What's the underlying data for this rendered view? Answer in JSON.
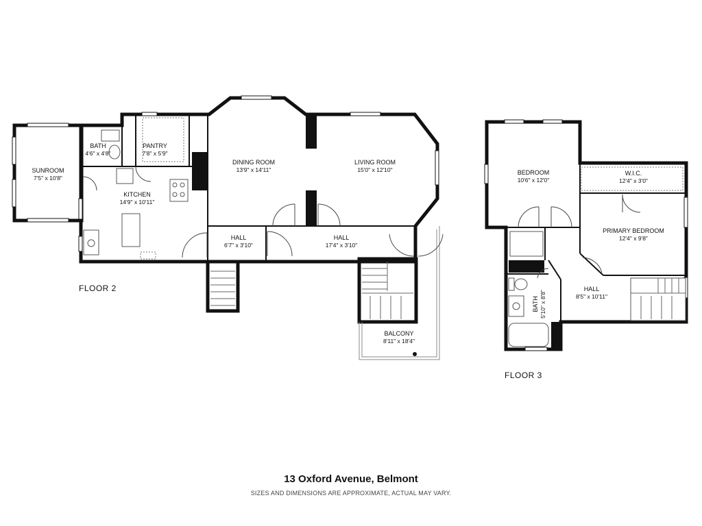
{
  "floors": [
    {
      "label": "FLOOR 2",
      "rooms": [
        {
          "name": "SUNROOM",
          "dims": "7'5\" x 10'8\""
        },
        {
          "name": "BATH",
          "dims": "4'6\" x 4'8\""
        },
        {
          "name": "PANTRY",
          "dims": "7'8\" x 5'9\""
        },
        {
          "name": "KITCHEN",
          "dims": "14'9\" x 10'11\""
        },
        {
          "name": "DINING ROOM",
          "dims": "13'9\" x 14'11\""
        },
        {
          "name": "LIVING ROOM",
          "dims": "15'0\" x 12'10\""
        },
        {
          "name": "HALL",
          "dims": "6'7\" x 3'10\""
        },
        {
          "name": "HALL",
          "dims": "17'4\" x 3'10\""
        },
        {
          "name": "BALCONY",
          "dims": "8'11\" x 18'4\""
        }
      ]
    },
    {
      "label": "FLOOR 3",
      "rooms": [
        {
          "name": "BEDROOM",
          "dims": "10'6\" x 12'0\""
        },
        {
          "name": "W.I.C.",
          "dims": "12'4\" x 3'0\""
        },
        {
          "name": "PRIMARY BEDROOM",
          "dims": "12'4\" x 9'8\""
        },
        {
          "name": "HALL",
          "dims": "8'5\" x 10'11\""
        },
        {
          "name": "BATH",
          "dims": "5'10\" x 8'8\""
        }
      ]
    }
  ],
  "footer": {
    "address": "13 Oxford Avenue, Belmont",
    "disclaimer": "SIZES AND DIMENSIONS ARE APPROXIMATE, ACTUAL MAY VARY."
  }
}
